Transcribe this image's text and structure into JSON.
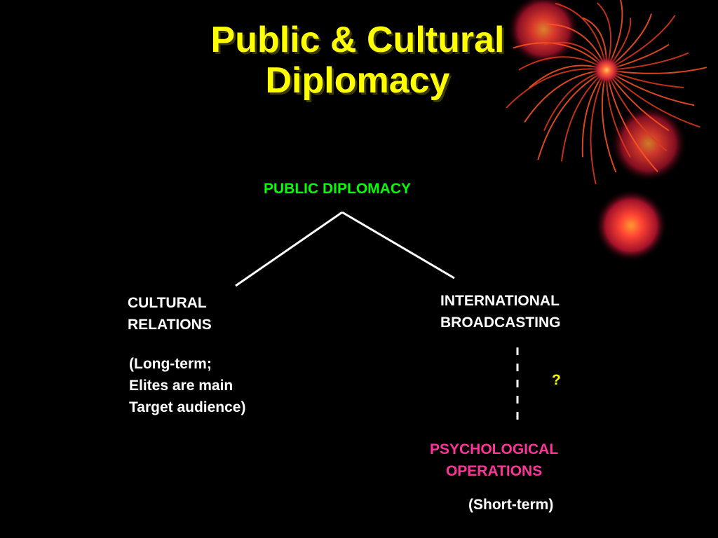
{
  "slide": {
    "title_lines": [
      "Public & Cultural",
      "Diplomacy"
    ],
    "colors": {
      "background": "#000000",
      "title": "#ffff00",
      "root_label": "#00ff00",
      "branch_text": "#ffffff",
      "question_mark": "#ffff00",
      "psyops_label": "#ff3399",
      "decoration": "#e03a1a"
    }
  },
  "diagram": {
    "root": {
      "label": "PUBLIC DIPLOMACY"
    },
    "left": {
      "label_lines": [
        "CULTURAL",
        "RELATIONS"
      ],
      "note_lines": [
        "(Long-term;",
        "Elites are main",
        "Target audience)"
      ]
    },
    "right": {
      "label_lines": [
        "INTERNATIONAL",
        "BROADCASTING"
      ],
      "link_mark": "?"
    },
    "bottom": {
      "label_lines": [
        "PSYCHOLOGICAL",
        "OPERATIONS"
      ],
      "note": "(Short-term)"
    }
  }
}
